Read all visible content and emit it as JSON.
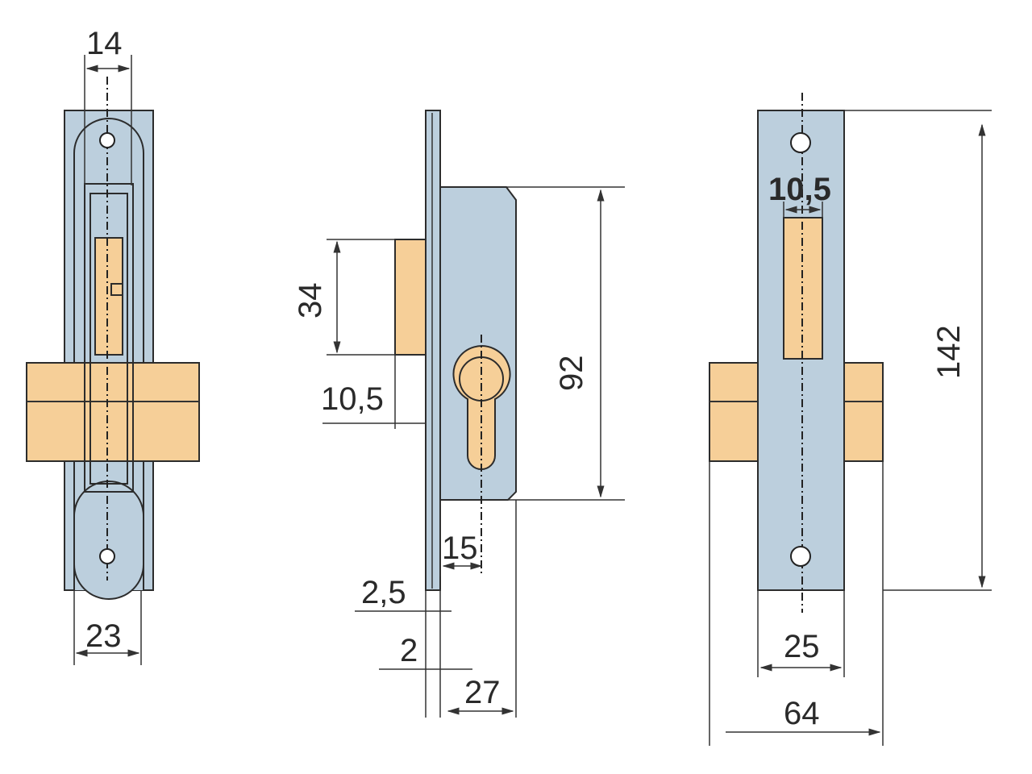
{
  "colors": {
    "steel": "#bccfdd",
    "brass": "#f6cf98",
    "line": "#2c2c2c"
  },
  "front_view": {
    "top_width": "14",
    "bottom_width": "23"
  },
  "side_view": {
    "latch_height": "34",
    "latch_offset": "10,5",
    "body_height": "92",
    "backset": "15",
    "faceplate_thickness": "2,5",
    "gap": "2",
    "depth": "27"
  },
  "strike_view": {
    "slot_width": "10,5",
    "height": "142",
    "plate_width": "25",
    "overall_width": "64"
  }
}
